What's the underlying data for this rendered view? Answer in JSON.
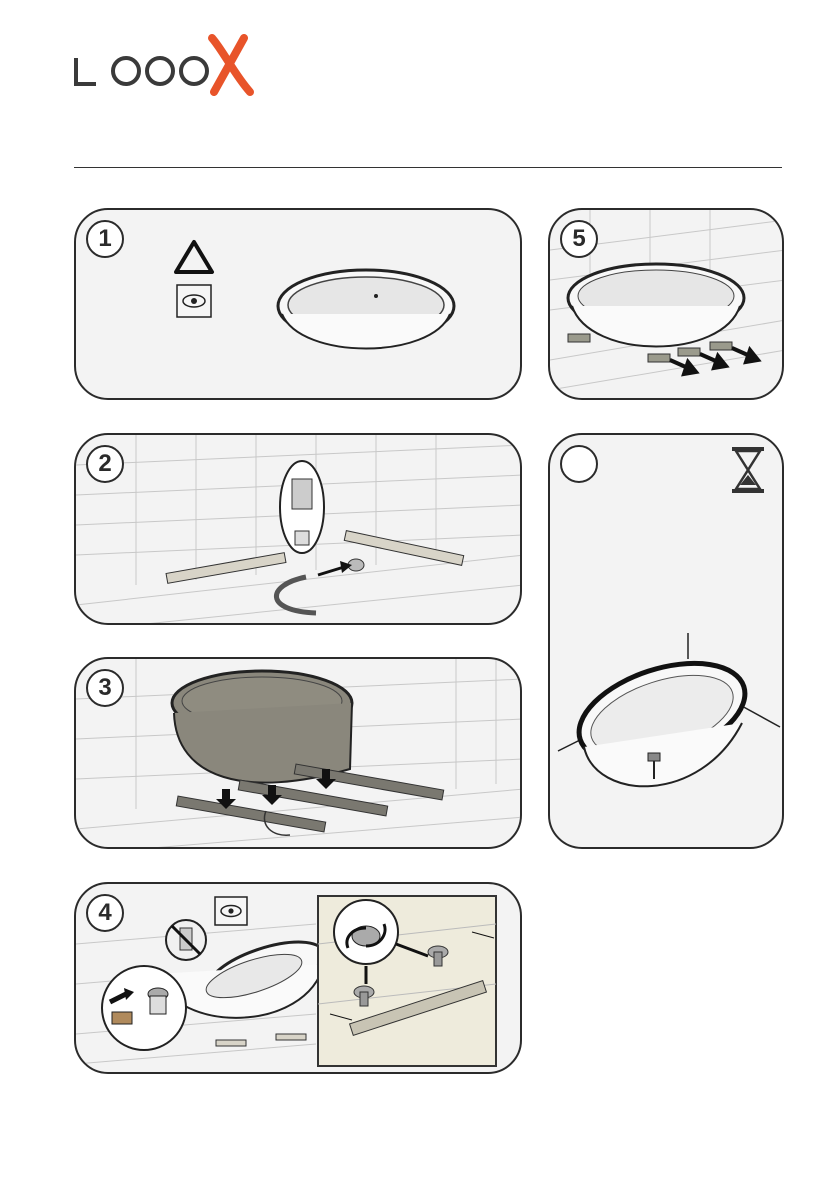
{
  "brand": {
    "name": "LOOOX",
    "accent_color": "#e8542a",
    "ink_color": "#3a3a3a"
  },
  "steps": [
    {
      "number": "1",
      "label": "1",
      "icons": [
        "warning-triangle-icon",
        "inspect-eye-icon"
      ],
      "illustration": "bathtub-inspection"
    },
    {
      "number": "2",
      "label": "2",
      "illustration": "feet-and-drain-parts"
    },
    {
      "number": "3",
      "label": "3",
      "illustration": "place-tub-on-feet"
    },
    {
      "number": "4",
      "label": "4",
      "icons": [
        "inspect-eye-icon",
        "no-silicone-icon"
      ],
      "illustration": "connect-drain-and-level"
    },
    {
      "number": "5",
      "label": "5",
      "illustration": "remove-supports"
    },
    {
      "number": "",
      "label": "",
      "icons": [
        "hourglass-icon"
      ],
      "illustration": "installed-bathtub"
    }
  ]
}
